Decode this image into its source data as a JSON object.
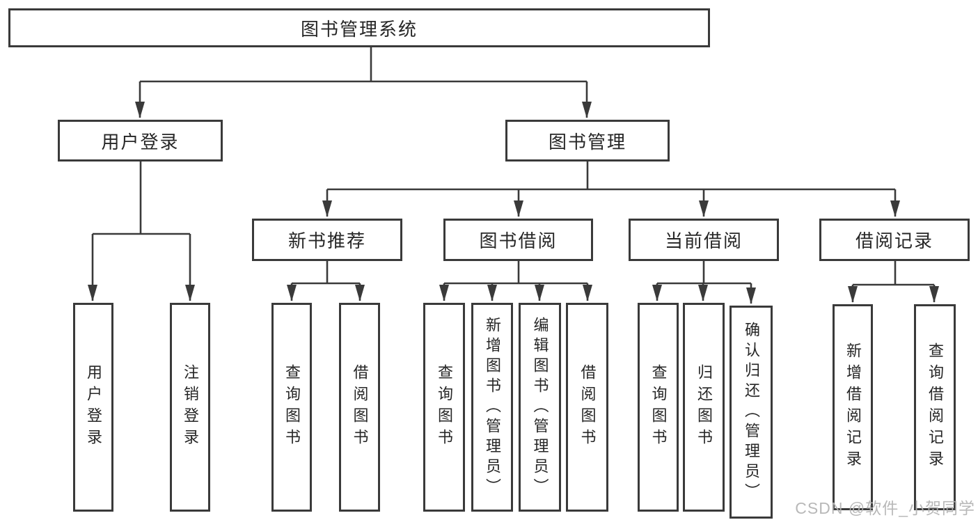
{
  "diagram": {
    "type": "tree",
    "title": "图书管理系统",
    "watermark": "CSDN @软件_小贺同学",
    "colors": {
      "line": "#3a3a3a",
      "text": "#262626",
      "background": "#ffffff",
      "watermark": "#b3b3b3"
    },
    "tree": {
      "label": "图书管理系统",
      "children": [
        {
          "label": "用户登录",
          "children": [
            {
              "label": "用户登录"
            },
            {
              "label": "注销登录"
            }
          ]
        },
        {
          "label": "图书管理",
          "children": [
            {
              "label": "新书推荐",
              "children": [
                {
                  "label": "查询图书"
                },
                {
                  "label": "借阅图书"
                }
              ]
            },
            {
              "label": "图书借阅",
              "children": [
                {
                  "label": "查询图书"
                },
                {
                  "label": "新增图书（管理员）"
                },
                {
                  "label": "编辑图书（管理员）"
                },
                {
                  "label": "借阅图书"
                }
              ]
            },
            {
              "label": "当前借阅",
              "children": [
                {
                  "label": "查询图书"
                },
                {
                  "label": "归还图书"
                },
                {
                  "label": "确认归还（管理员）"
                }
              ]
            },
            {
              "label": "借阅记录",
              "children": [
                {
                  "label": "新增借阅记录"
                },
                {
                  "label": "查询借阅记录"
                }
              ]
            }
          ]
        }
      ]
    }
  }
}
